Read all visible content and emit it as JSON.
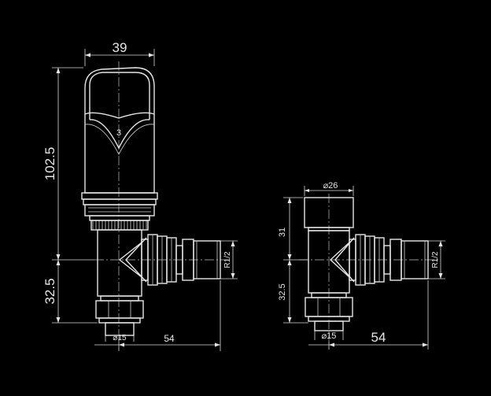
{
  "left_view": {
    "width_dim": "39",
    "height_dim": "102.5",
    "lower_dim": "32.5",
    "dia_dim": "⌀15",
    "offset_dim": "54",
    "thread_dim": "R1/2",
    "knob_mark": "3"
  },
  "right_view": {
    "dia_top_dim": "⌀26",
    "upper_dim": "31",
    "lower_dim": "32.5",
    "dia_dim": "⌀15",
    "offset_dim": "54",
    "thread_dim": "R1/2"
  }
}
